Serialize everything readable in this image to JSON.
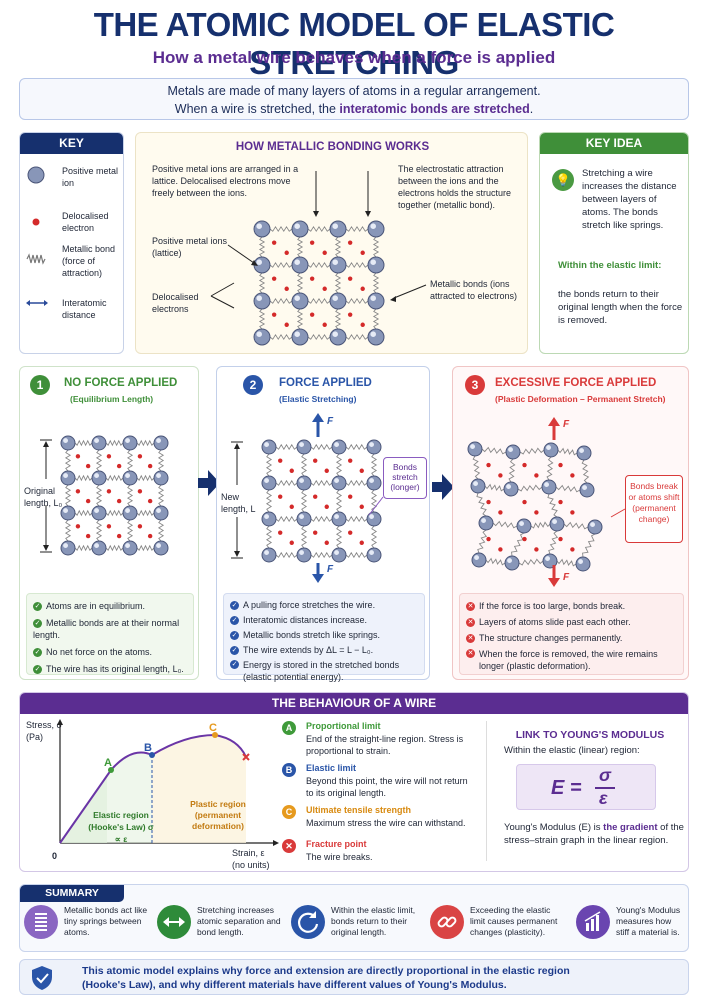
{
  "header": {
    "title": "THE ATOMIC MODEL OF ELASTIC STRETCHING",
    "subtitle": "How a metal wire behaves when a force is applied",
    "intro_line1": "Metals are made of many layers of atoms in a regular arrangement.",
    "intro_line2_pre": "When a wire is stretched, the ",
    "intro_line2_hl": "interatomic bonds are stretched",
    "intro_line2_post": "."
  },
  "key": {
    "title": "KEY",
    "items": [
      {
        "label": "Positive metal ion",
        "icon": "ion-icon"
      },
      {
        "label": "Delocalised electron",
        "icon": "electron-icon"
      },
      {
        "label": "Metallic bond (force of attraction)",
        "icon": "spring-icon"
      },
      {
        "label": "Interatomic distance",
        "icon": "double-arrow-icon"
      }
    ]
  },
  "bonding": {
    "title": "HOW METALLIC BONDING WORKS",
    "text_left": "Positive metal ions are arranged in a lattice. Delocalised electrons move freely between the ions.",
    "text_right": "The electrostatic attraction between the ions and the electrons holds the structure together (metallic bond).",
    "label_ions": "Positive metal ions (lattice)",
    "label_electrons": "Delocalised electrons",
    "label_bonds": "Metallic bonds (ions attracted to electrons)"
  },
  "key_idea": {
    "title": "KEY IDEA",
    "text": "Stretching a wire increases the distance between layers of atoms. The bonds stretch like springs.",
    "subhead": "Within the elastic limit:",
    "text2": "the bonds return to their original length when the force is removed."
  },
  "stages": [
    {
      "num": "1",
      "title": "NO FORCE APPLIED",
      "subtitle": "(Equilibrium Length)",
      "side_label": "Original length, L₀",
      "points": [
        "Atoms are in equilibrium.",
        "Metallic bonds are at their normal length.",
        "No net force on the atoms.",
        "The wire has its original length, L₀."
      ]
    },
    {
      "num": "2",
      "title": "FORCE APPLIED",
      "subtitle": "(Elastic Stretching)",
      "side_label": "New length, L",
      "force_label": "F",
      "callout": "Bonds stretch (longer)",
      "points": [
        "A pulling force stretches the wire.",
        "Interatomic distances increase.",
        "Metallic bonds stretch like springs.",
        "The wire extends by ΔL = L − L₀.",
        "Energy is stored in the stretched bonds (elastic potential energy)."
      ]
    },
    {
      "num": "3",
      "title": "EXCESSIVE FORCE APPLIED",
      "subtitle": "(Plastic Deformation – Permanent Stretch)",
      "force_label": "F",
      "callout": "Bonds break or atoms shift (permanent change)",
      "points": [
        "If the force is too large, bonds break.",
        "Layers of atoms slide past each other.",
        "The structure changes permanently.",
        "When the force is removed, the wire remains longer (plastic deformation)."
      ]
    }
  ],
  "behaviour": {
    "title": "THE BEHAVIOUR OF A WIRE",
    "y_label": "Stress, σ (Pa)",
    "x_label": "Strain, ε (no units)",
    "origin": "0",
    "point_a": "A",
    "point_b": "B",
    "point_c": "C",
    "elastic_region": "Elastic region (Hooke's Law) σ ∝ ε",
    "plastic_region": "Plastic region (permanent deformation)",
    "legend": [
      {
        "letter": "A",
        "title": "Proportional limit",
        "text": "End of the straight-line region. Stress is proportional to strain.",
        "color": "#3f9a3a"
      },
      {
        "letter": "B",
        "title": "Elastic limit",
        "text": "Beyond this point, the wire will not return to its original length.",
        "color": "#2a55a8"
      },
      {
        "letter": "C",
        "title": "Ultimate tensile strength",
        "text": "Maximum stress the wire can withstand.",
        "color": "#e69a1e"
      },
      {
        "letter": "✕",
        "title": "Fracture point",
        "text": "The wire breaks.",
        "color": "#d93a3a"
      }
    ],
    "young_title": "LINK TO YOUNG'S MODULUS",
    "young_sub": "Within the elastic (linear) region:",
    "formula_lhs": "E =",
    "formula_num": "σ",
    "formula_den": "ε",
    "young_text_pre": "Young's Modulus (E) is ",
    "young_text_hl": "the gradient",
    "young_text_post": " of the stress–strain graph in the linear region."
  },
  "summary": {
    "title": "SUMMARY",
    "items": [
      "Metallic bonds act like tiny springs between atoms.",
      "Stretching increases atomic separation and bond length.",
      "Within the elastic limit, bonds return to their original length.",
      "Exceeding the elastic limit causes permanent changes (plasticity).",
      "Young's Modulus measures how stiff a material is."
    ]
  },
  "footer": {
    "line1": "This atomic model explains why force and extension are directly proportional in the elastic region",
    "line2": "(Hooke's Law), and why different materials have different values of Young's Modulus."
  }
}
